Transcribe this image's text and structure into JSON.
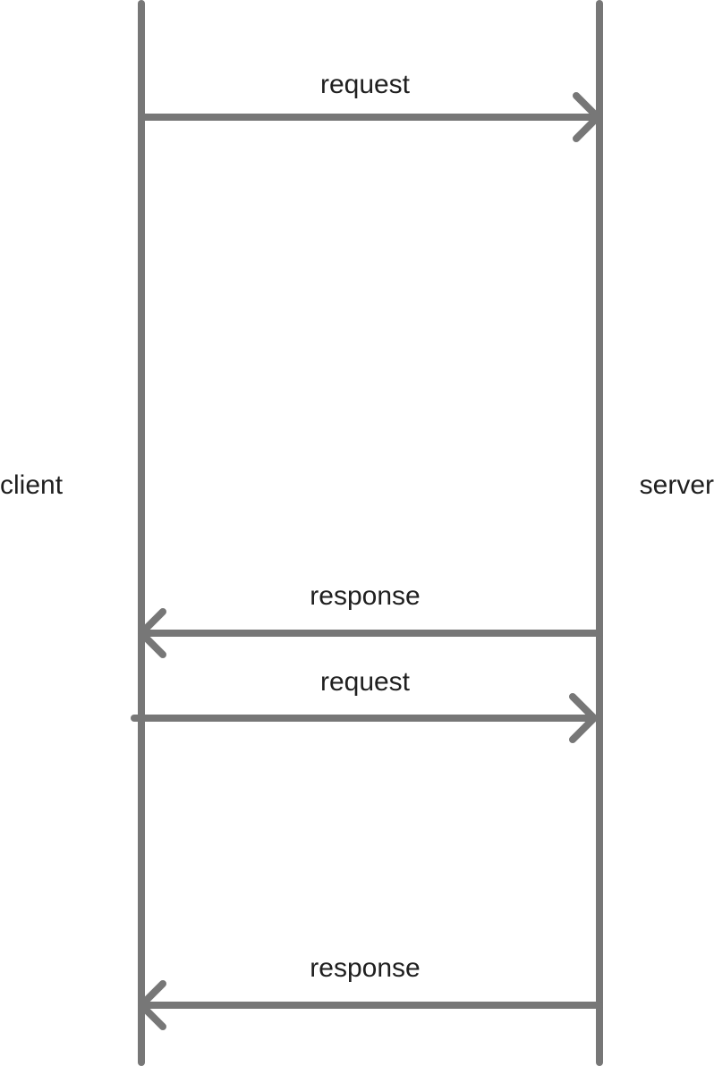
{
  "participants": {
    "client": "client",
    "server": "server"
  },
  "messages": [
    {
      "label": "request",
      "from": "client",
      "to": "server"
    },
    {
      "label": "response",
      "from": "server",
      "to": "client"
    },
    {
      "label": "request",
      "from": "client",
      "to": "server"
    },
    {
      "label": "response",
      "from": "server",
      "to": "client"
    }
  ],
  "colors": {
    "line": "#777777",
    "text": "#1f1f1f",
    "background": "#ffffff"
  }
}
